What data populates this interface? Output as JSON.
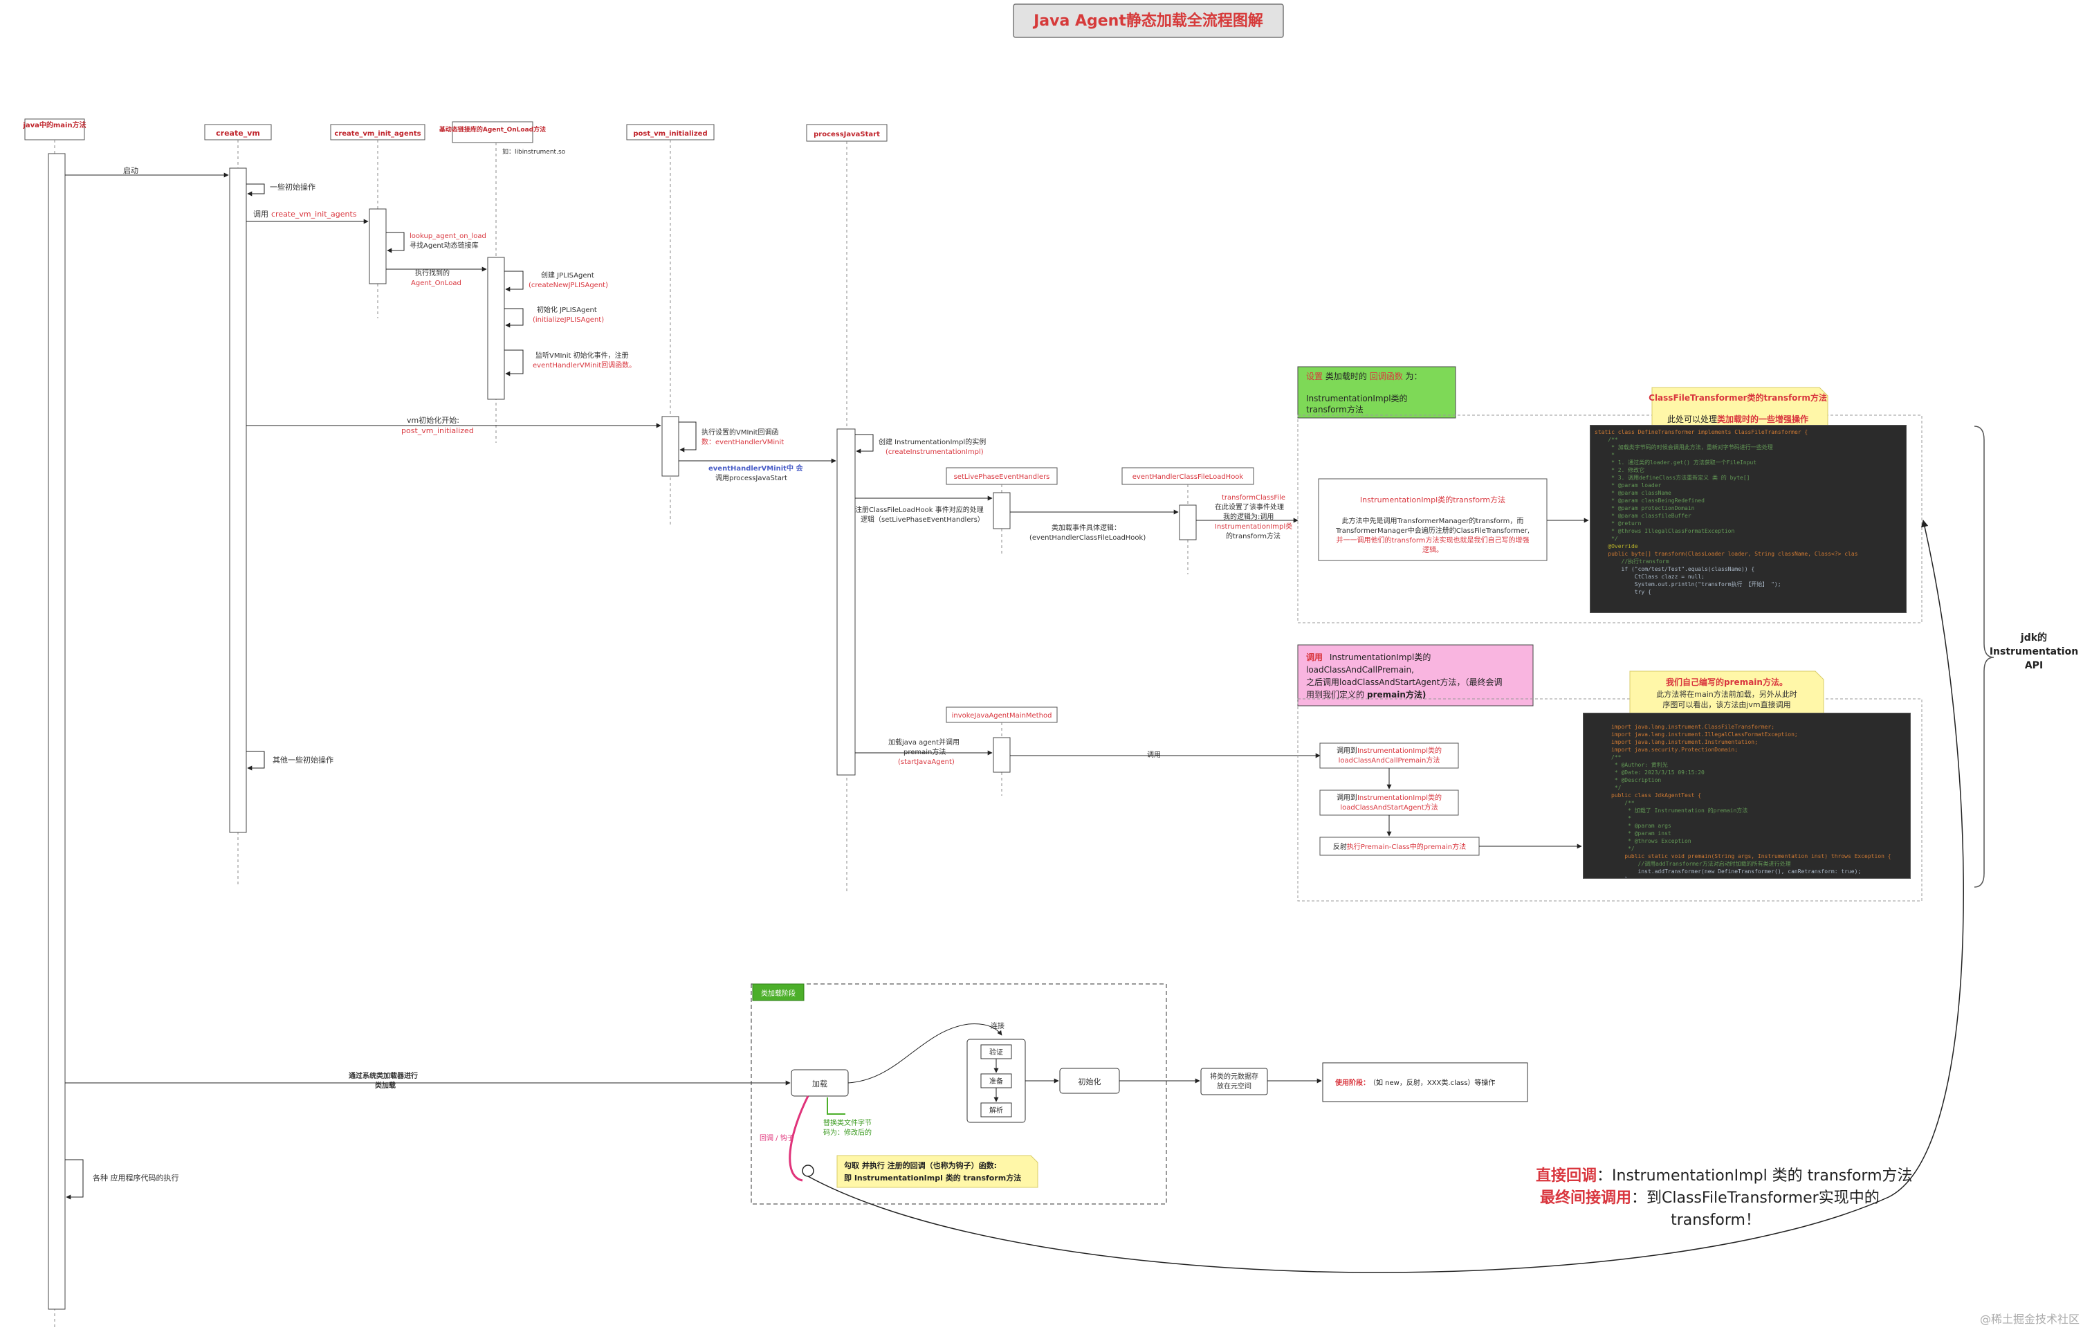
{
  "title": "Java Agent静态加载全流程图解",
  "lifelines": {
    "java_main": "java中的main方法",
    "create_vm": "create_vm",
    "create_vm_init_agents": "create_vm_init_agents",
    "agent_onload": "基动态链接库的Agent_OnLoad方法",
    "post_vm_initialized": "post_vm_initialized",
    "process_java_start": "processJavaStart"
  },
  "labels": {
    "libinstrument": "如：libinstrument.so",
    "start": "启动",
    "some_init": "一些初始操作",
    "call_prefix": "调用",
    "call_target": "create_vm_init_agents",
    "lookup": "lookup_agent_on_load",
    "lookup_desc": "寻找Agent动态链接库",
    "exec_found": "执行找到的",
    "exec_found_fn": "Agent_OnLoad",
    "create_jpl": "创建 JPLISAgent",
    "create_jpl_fn": "(createNewJPLISAgent)",
    "init_jpl": "初始化 JPLISAgent",
    "init_jpl_fn": "(initializeJPLISAgent)",
    "listen_vminit": "监听VMInit 初始化事件，注册",
    "listen_vminit_fn": "eventHandlerVMinit回调函数。",
    "vm_init_start": "vm初始化开始:",
    "vm_init_fn": "post_vm_initialized",
    "exec_vminit": "执行设置的VMInit回调函",
    "exec_vminit_fn": "数：eventHandlerVMinit",
    "eh_vminit": "eventHandlerVMinit中 会",
    "eh_vminit2": "调用processJavaStart",
    "create_impl": "创建 InstrumentationImpl的实例",
    "create_impl_fn": "(createInstrumentationImpl)",
    "set_live": "setLivePhaseEventHandlers",
    "eh_cflh": "eventHandlerClassFileLoadHook",
    "register_hook": "注册ClassFileLoadHook 事件对应的处理",
    "register_hook2": "逻辑（setLivePhaseEventHandlers）",
    "class_load_logic": "类加载事件具体逻辑：",
    "class_load_logic2": "(eventHandlerClassFileLoadHook)",
    "transform_cf": "transformClassFile",
    "transform_cf2": "在此设置了该事件处理",
    "transform_cf3": "我的逻辑为:调用",
    "transform_cf4": "InstrumentationImpl类",
    "transform_cf5": "的transform方法",
    "invoke_main": "invokeJavaAgentMainMethod",
    "load_agent": "加载java agent并调用",
    "load_agent2": "premain方法",
    "load_agent3": "(startJavaAgent)",
    "call": "调用",
    "other_init": "其他一些初始操作",
    "sys_loader": "通过系统类加载器进行",
    "sys_loader2": "类加载",
    "app_code": "各种 应用程序代码的执行"
  },
  "green_note": {
    "line1_a": "设置",
    "line1_b": "类加载时的",
    "line1_c": "回调函数",
    "line1_d": "为：",
    "line2": "InstrumentationImpl类的",
    "line3": "transform方法"
  },
  "transform_box": {
    "title": "InstrumentationImpl类的transform方法",
    "body1": "此方法中先是调用TransformerManager的transform，而",
    "body2": "TransformerManager中会遍历注册的ClassFileTransformer,",
    "body3": "并一一调用他们的transform方法实现也就是我们自己写的增强",
    "body4": "逻辑。"
  },
  "yellow_note1": {
    "title": "ClassFileTransformer类的transform方法",
    "body_a": "此处可以处理",
    "body_b": "类加载时的一些增强操作"
  },
  "pink_note": {
    "l1_a": "调用",
    "l1_b": "InstrumentationImpl类的",
    "l2": "loadClassAndCallPremain,",
    "l3": "之后调用loadClassAndStartAgent方法，（最终会调",
    "l4_a": "用到我们定义的",
    "l4_b": "premain方法)"
  },
  "yellow_note2": {
    "title": "我们自己编写的premain方法。",
    "body1": "此方法将在main方法前加载，另外从此时",
    "body2": "序图可以看出，该方法由jvm直接调用"
  },
  "premain_steps": [
    {
      "a": "调用到",
      "b": "InstrumentationImpl类的",
      "c": "loadClassAndCallPremain方法"
    },
    {
      "a": "调用到",
      "b": "InstrumentationImpl类的",
      "c": "loadClassAndStartAgent方法"
    },
    {
      "a": "反射",
      "b": "执行Premain-Class中的premain方法",
      "c": ""
    }
  ],
  "jdk_api": {
    "l1": "jdk的",
    "l2": "Instrumentation",
    "l3": "API"
  },
  "class_loading": {
    "badge": "类加载阶段",
    "load": "加载",
    "link": "连接",
    "verify": "验证",
    "prepare": "准备",
    "resolve": "解析",
    "init": "初始化",
    "meta_a": "将类的元数据存",
    "meta_b": "放在元空间",
    "use_a": "使用阶段：",
    "use_b": "（如 new，反射，XXX类.class）等操作",
    "callback": "回调 / 钩子",
    "replace_a": "替换类文件字节",
    "replace_b": "码为：修改后的",
    "hook_a": "勾取 并执行 注册的回调（也称为钩子）函数:",
    "hook_b": "即 InstrumentationImpl 类的 transform方法"
  },
  "big_note": {
    "a1": "直接回调",
    "a2": "：InstrumentationImpl 类的 transform方法",
    "b1": "最终间接调用",
    "b2": "：到ClassFileTransformer实现中的",
    "c": "transform！"
  },
  "code1": [
    "static class DefineTransformer implements ClassFileTransformer {",
    "",
    "    /**",
    "     * 加载类字节码的时候会调用此方法，重新对字节码进行一些处理",
    "     *",
    "     * 1. 通过类的loader.get() 方法获取一个FileInput",
    "     * 2. 修改它",
    "     * 3. 调用defineClass方法重新定义 类 的 byte[]",
    "     * @param loader",
    "     * @param className",
    "     * @param classBeingRedefined",
    "     * @param protectionDomain",
    "     * @param classfileBuffer",
    "     * @return",
    "     * @throws IllegalClassFormatException",
    "     */",
    "    @Override",
    "    public byte[] transform(ClassLoader loader, String className, Class<?> clas",
    "        //执行transform",
    "        if (\"com/test/Test\".equals(className)) {",
    "            CtClass clazz = null;",
    "            System.out.println(\"transform执行 【开始】 \");",
    "            try {"
  ],
  "code2": [
    "import java.lang.instrument.ClassFileTransformer;",
    "import java.lang.instrument.IllegalClassFormatException;",
    "import java.lang.instrument.Instrumentation;",
    "import java.security.ProtectionDomain;",
    "",
    "/**",
    " * @Author: 黄利光",
    " * @Date: 2023/3/15 09:15:20",
    " * @Description",
    " */",
    "public class JdkAgentTest {",
    "",
    "    /**",
    "     * 加载了 Instrumentation 的premain方法",
    "     *",
    "     * @param args",
    "     * @param inst",
    "     * @throws Exception",
    "     */",
    "    public static void premain(String args, Instrumentation inst) throws Exception {",
    "        //调用addTransformer方法对启动时加载的所有类进行处理",
    "        inst.addTransformer(new DefineTransformer(), canRetransform: true);",
    "    }",
    "}"
  ],
  "watermark": "@稀土掘金技术社区"
}
